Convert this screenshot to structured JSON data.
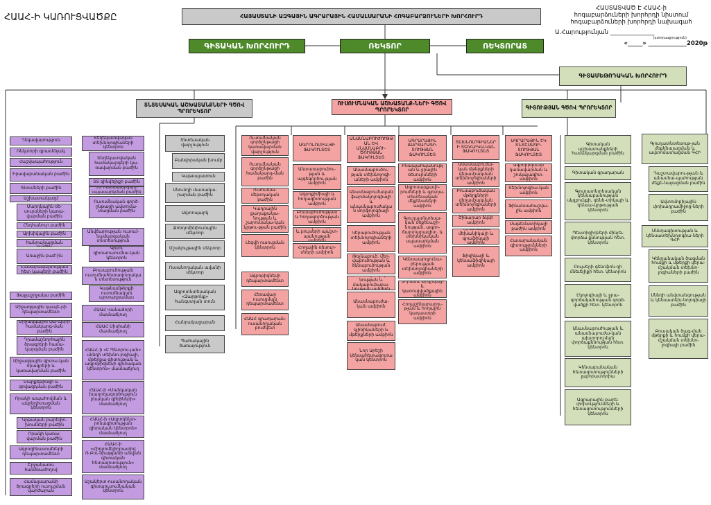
{
  "left_title": "ՀԱԱՀ-Ի ԿԱՌՈՒՑՎԱԾՔԸ",
  "top_title": "ՀԱՅԱՍՏԱՆԻ ԱԶԳԱՅԻՆ ԱԳՐԱՐԱՅԻՆ ՀԱՄԱԼՍԱՐԱՆԻ ՀՈԳԱԲԱՐՁՈՒՆԵՐԻ ԽՈՐՀՈՒՐԴ",
  "approval": {
    "l1": "ՀԱՍՏԱՏՎԱԾ Է ՀԱԱՀ-ի",
    "l2": "հոգաբարձուների խորհրդի նիստում",
    "l3": "հոգաբարձուների խորհրդի նախագահ",
    "l4": "Ա.Հարությունյան _______________",
    "l5": "(ստորագրություն)",
    "l6": "«_____» _____________2020թ"
  },
  "scientific_council": "ԳԻՏԱԿԱՆ ԽՈՐՀՈՒՐԴ",
  "rector": "ՌԵԿՏՈՐ",
  "rectorate": "ՌԵԿՏՈՐԱՏ",
  "methodical_council": "ԳԻՏԱՄԵԹՈԴԱԿԱՆ ԽՈՐՀՈՒՐԴ",
  "groups": {
    "g1": "ՏՆՏԵՍԱԿԱՆ ԱՇԽԱՏԱՆՔՆԵՐԻ ԳԾՈՎ ՊՐՈՐԵԿՏՈՐ",
    "g2": "ՈՒՍՈՒՄՆԱԿԱՆ ԱՇԽԱՏԱՆՔ-ՆԵՐԻ ԳԾՈՎ ՊՐՈՐԵԿՏՈՐ",
    "g3": "ԳԻՏՈՒԹՅԱՆ ԳԾՈՎ ՊՐՈՐԵԿՏՈՐ"
  },
  "col1": [
    "Ղեկավարություն",
    "Ռեկտորի գրասենյակ",
    "Հաշվապահություն",
    "Իրավաբանական բաժին",
    "Գնումների բաժին",
    "Աշխատակազմ",
    "Մարդկային ռե-սուրսների կառա-վարման բաժին",
    "Ընդհանուր բաժին",
    "Արխիվային բաժին",
    "Լրատվության և հանրայնացման բաժին",
    "Առաջին բաժ-ին",
    "Հասարակայնության հետ կապերի բաժին",
    "Ֆայլաշրջակա բաժին",
    "Միջազգային կապե-րի դեպարտամենտ",
    "Միջազգային կա-պերի համակարգ-ման բաժին",
    "Դրամաշնորհային ծրագրերի համա-կարգման բաժին",
    "Միջազգային գիտա-կան ծրագրերի և կառավարման բաժին",
    "Մարքեթինգի և գովազդման բաժին",
    "Որակի ապահովման և ակրեդիտացման կենտրոն",
    "Կրթական բարեփո-խումների բաժին",
    "Որակի կառա-վարման բաժին",
    "Ագրոզինասումների դեպարտամենտ",
    "Շրջանառու հանձնաժողով",
    "Համալսարանի ծրագրերի ուսուցման վարժարան"
  ],
  "col2": [
    "Տեղեկատվական տեխնոլոգիաների կենտրոն",
    "Տեղեկատվական համակարգերի կա-ռավարման բաժին",
    "ՏՏ զինվելիքի բաժին",
    "ՏՏ համակարգերի սպասարկման բաժին",
    "Ուսումնական գործ-ընթացի ավտոմա-տացման բաժին",
    "Անվճարության ուսում-նամարզական տնտեսություն",
    "Գինու գիտաուսումնա-կան կենտրոն",
    "Բուսաբուծության ուսումնահետազոտական տնտեսություն",
    "Կաթնամթերքի ուսումնական արտադրամաս",
    "ՀԱԱՀ Վանաձորի մասնաճյուղ",
    "ՀԱԱՀ Սիսիանի մասնաճյուղ",
    "ՀԱԱՀ-ի «Է.Պետրոս-յան» սննդի տեխնո-լոգիայի, մթերքա-գիտության և ագրոբիզնեսի գիտական կենտրոն» մասնաճյուղ",
    "ՀԱԱՀ-ի «Մանկական խաղողագործություն բնական գինիների» մասնաճյուղ",
    "ՀԱԱՀ-ի «Ագրոկենտ-րոնագիտության գիտական կենտրոն» մասնաճյուղ",
    "ՀԱԱՀ-ի «Հիդրոմելիորատիվ Ռ.Բու-նիաթյանի անվան գիտական հետազոտություն» մասնաճյուղ",
    "Աշակերտ-ուսանողական գիտաուսումնական կենտրոն"
  ],
  "col3": [
    "Տնտեսական վարչություն",
    "Բանվորական խումբ",
    "Կաթսայատուն",
    "Սնունդի մատակա-րարման բաժին",
    "Ավտոպարկ",
    "Քոնդոմինիումային սեկտոր",
    "Մշակույթային սեկտոր",
    "Ուսանողական ավանի սեկտոր",
    "Ագրոտնտեսական «Զարթոնք» հանգստյան տուն",
    "Հանրակացարան",
    "Պահակային ծառայություն"
  ],
  "col4": [
    "Ուսումնական գործընթացի կառավարման վարչություն",
    "Ուսումնական գործընթացի համակարգ-ման բաժին",
    "Ուսումնա-մեթոդական բաժին",
    "Կադրային քաղաքակա-նության և շարունակա-կան կրթու-թյան բաժին",
    "Լեզվի ուսուցման կենտրոն",
    "Ագրոբիզնեսի դեպարտամենտ",
    "Հեռավար ուսուցման դեպարտամենտ",
    "ՀԱԱՀ գրադարան-ուսանողական բուժկետ"
  ],
  "col5": [
    "ԱԳՐՈՆՈՄԻԱ-ՅԻ ՖԱԿՈՒԼՏԵՏ",
    "Անտառաբուծու-թյան և այգեգործու-թյան ամբիոն",
    "Ագրոքիմիայի և հողագիտության ամբիոն",
    "Բուսաբուծության և հողագործության ամբիոն",
    "Կենսաբանության և բույսերի պաշտ-պանության ամբիոն",
    "Հողային ռեսուր-սների ամբիոն"
  ],
  "col6": [
    "ԱՆԱՍՆԱԲՈՒԺՈՒԹՅԱՆ ԵՎ ԱՆԱՍՆԱԲՈՒ-ԾՈՒԹՅԱՆ ՖԱԿՈՒԼՏԵՏ",
    "Անասնաբուծու-թյան տեխնոլոգի-աների ամբիոն",
    "Անասնաբուժական ֆարմակոլոգիայի և անասնաբուժական մորֆոլոգիայի ամբիոն",
    "Կերաբուծության տեխնոլոգիաների ամբիոն",
    "Թռչնաբուծ. մեղ-վաբուծության և ձկնաբուծության ամբիոն",
    "Համաճարակաբա-նության և մակաբուծաբա-նության ամբիոն",
    "Անասնաբուժա-կան ամբիոն",
    "Անասնաբուժ. կլինիկաների և մթերքների ամբիոն",
    "Նոր Արեշի կենսահետազոտական կենտրոն"
  ],
  "col7": [
    "ԱԳՐԱՐԱՅԻՆ ՃԱՐՏԱՐԱԳԻ-ՏՈՒԹՅԱՆ ՖԱԿՈՒԼՏԵՏ",
    "Բնապահպանության և ջրային ռեսուրսների ամբիոն",
    "Ագրոսարքավո-րումների և գյուղա-տնտեսական մեքենաների ամբիոն",
    "Գյուղատնտեսա-կան մեքենաշի-նության, ագրո-ճարտարագիտ. և տեխնիկական սպասարկման ամբիոն",
    "Կենսաարդյունա-բերության տեխնոլոգիաների ամբիոն",
    "Չորաձև Ֆիզիկայի և կառուցվածքային ամբիոն",
    "Հողաշինարարու-թյան և հողային կադաստրի ամբիոն"
  ],
  "col8": [
    "ՏԵԽՆՈԼՈԳԻԱՆԵՐԻ ՏԵԽՆԻԿԱ-ԿԱՆ ՖԱԿՈՒԼՏԵՏ",
    "Անասնաբուծա-կան մթերքների վերամշակման տեխնոլոգիաների ամբիոն",
    "Բուսաբուծական մթերքների վերամշակման տեխնոլոգիաների ամբիոն",
    "Շինարար ձկնի ամբիոն",
    "Կիրառական մեխանիկայի և գրաֆիկայի ամբիոն",
    "Ֆիզիկայի և կենսաֆիզիկայի ամբիոն"
  ],
  "col9": [
    "ԱԳՐԱՐԱՅԻՆ ԷԿ ՏՆՏԵՍԱԳԻ-ՏՈՒԹՅԱՆ ՖԱԿՈՒԼՏԵՏ",
    "Ագրոբիզնեսի կառավարման և շուկայագիտ. ամբիոն",
    "Տեխնոլոգիա-կան ամբիոն",
    "Ֆինանսահաշվա-յին ամբիոն",
    "Մաթեմատիկայի բաժին ամբիոն",
    "Հասարակական գիտությունների ամբիոն"
  ],
  "col10": [
    "Գիտական աշխատանքների համակարգման բաժին",
    "Գիտական գրադարան",
    "Գյուղատնտեսական կենսաբանության սկզբունքի, գենե-տիկայի և կենսա-կրթության կենտրոն",
    "Պեստիցիդների մինչեւ փորձա-քննության հետ. կենտրոն",
    "Բույսերի գենոֆոն-դի մնեւելիքի հետ. կենտրոն",
    "Էկոլոգիայի և ջրա-գործականության գործ-վածքի հետ. կենտրոն",
    "Անասնաբուժության և անասնաբուժա-կան ախտորոշման փորձաքննության հետ. կենտրոն",
    "Կենսաբանական հետազոտությունների լաբորատորիա",
    "Ագրարային բարե-փոխությունների և հետազոտությունների կենտրոն"
  ],
  "col11": [
    "Գյուղատնտեսութ-յան մեքենայացման և ավտոմատացման ԳՀԻ",
    "Դաշտավարու-թյան և անասնա-պահության մեքե-նայացման բաժին",
    "Ավտոմոբիլային փոխադրամիջոց-ների բաժին",
    "Սննդագիտության և կենսատեխնոլոգիա-ների ԳՀԻ",
    "Կենդանական ծագման հումքի և մթերքի վերա-մշակման տեխնո-լոգիաների բաժին",
    "Սննդի անվտանգության և կենսատեխ-նոլոգիայի բաժին",
    "Բուսական ծագ-ման մթերքի և հումքի վերա-մշակման տեխնո-լոգիայի բաժին"
  ]
}
